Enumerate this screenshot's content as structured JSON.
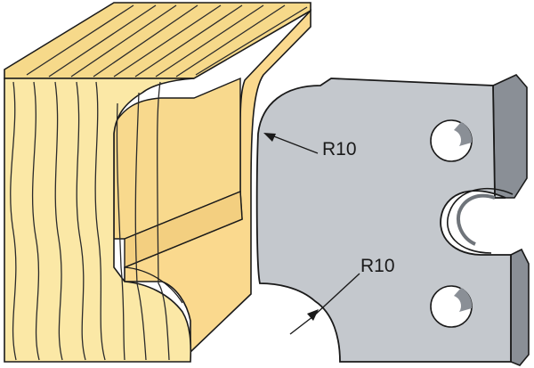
{
  "diagram": {
    "callouts": [
      {
        "id": "top-radius",
        "text": "R10"
      },
      {
        "id": "bottom-radius",
        "text": "R10"
      }
    ],
    "colors": {
      "wood_face": "#fbe8a6",
      "wood_top": "#f6d98a",
      "wood_profile": "#fad98e",
      "wood_shadow": "#e9c46f",
      "wood_grain": "#2b2b2b",
      "steel_face": "#c4c8cd",
      "steel_side": "#8a8f96",
      "outline": "#1a1a1a"
    }
  }
}
